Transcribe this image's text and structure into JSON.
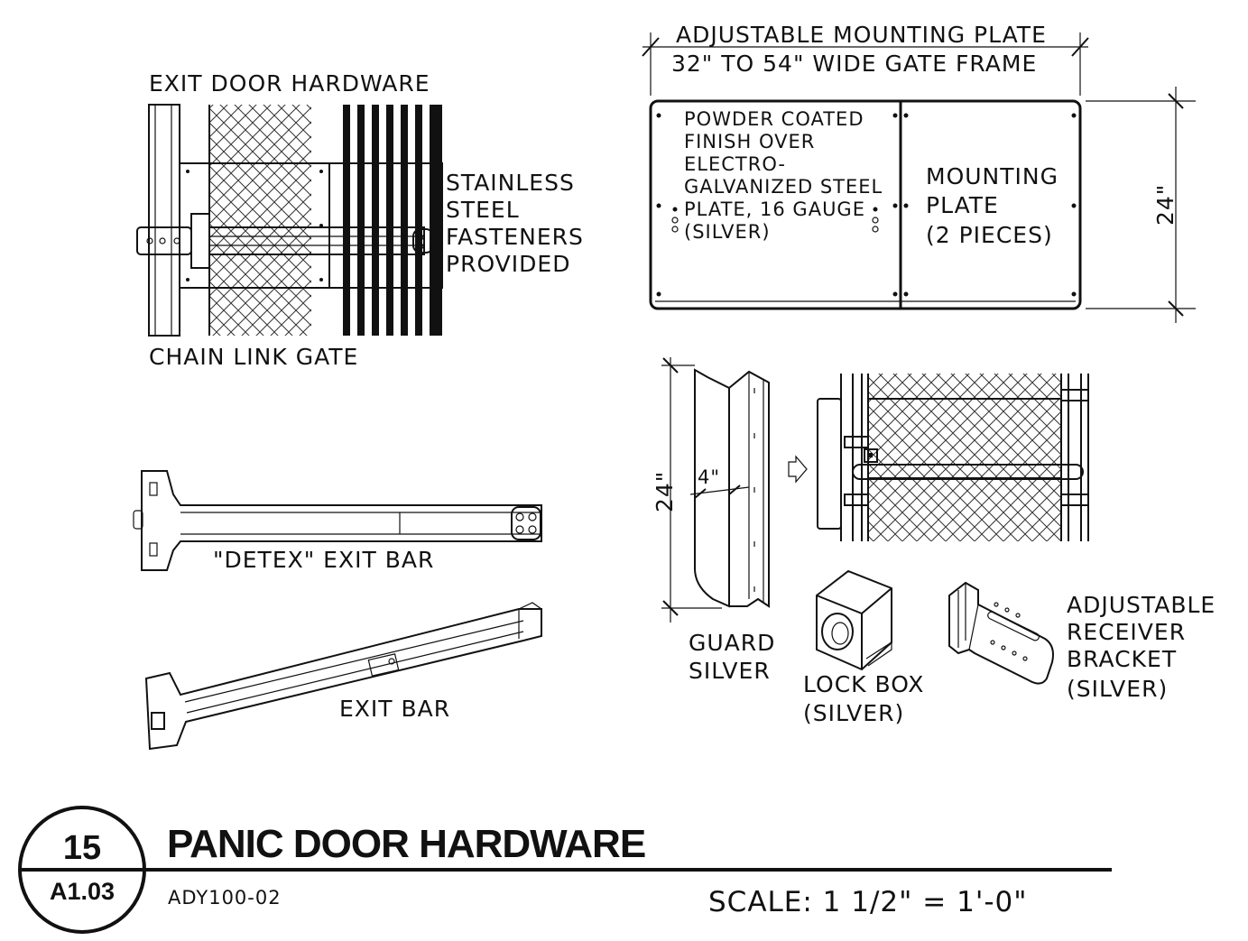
{
  "exit_door_hardware": {
    "title": "EXIT DOOR HARDWARE",
    "fasteners_note": [
      "STAINLESS",
      "STEEL",
      "FASTENERS",
      "PROVIDED"
    ],
    "gate_label": "CHAIN LINK GATE"
  },
  "detex_bar": {
    "label": "\"DETEX\" EXIT BAR"
  },
  "exit_bar": {
    "label": "EXIT BAR"
  },
  "mounting_plate": {
    "dimension_top": "ADJUSTABLE MOUNTING PLATE",
    "dimension_bottom": "32\" TO 54\" WIDE GATE FRAME",
    "height_dim": "24\"",
    "finish_note": [
      "POWDER COATED",
      "FINISH OVER",
      "ELECTRO-",
      "GALVANIZED STEEL",
      "PLATE, 16 GAUGE",
      "(SILVER)"
    ],
    "plate_note": [
      "MOUNTING",
      "PLATE",
      "(2 PIECES)"
    ]
  },
  "guard": {
    "height_dim": "24\"",
    "width_dim": "4\"",
    "label": [
      "GUARD",
      "SILVER"
    ]
  },
  "lock_box": {
    "label": [
      "LOCK BOX",
      "(SILVER)"
    ]
  },
  "receiver_bracket": {
    "label": [
      "ADJUSTABLE",
      "RECEIVER",
      "BRACKET",
      "(SILVER)"
    ]
  },
  "title_block": {
    "detail_number": "15",
    "sheet_number": "A1.03",
    "title": "PANIC DOOR HARDWARE",
    "drawing_code": "ADY100-02",
    "scale": "SCALE: 1 1/2\" = 1'-0\""
  }
}
